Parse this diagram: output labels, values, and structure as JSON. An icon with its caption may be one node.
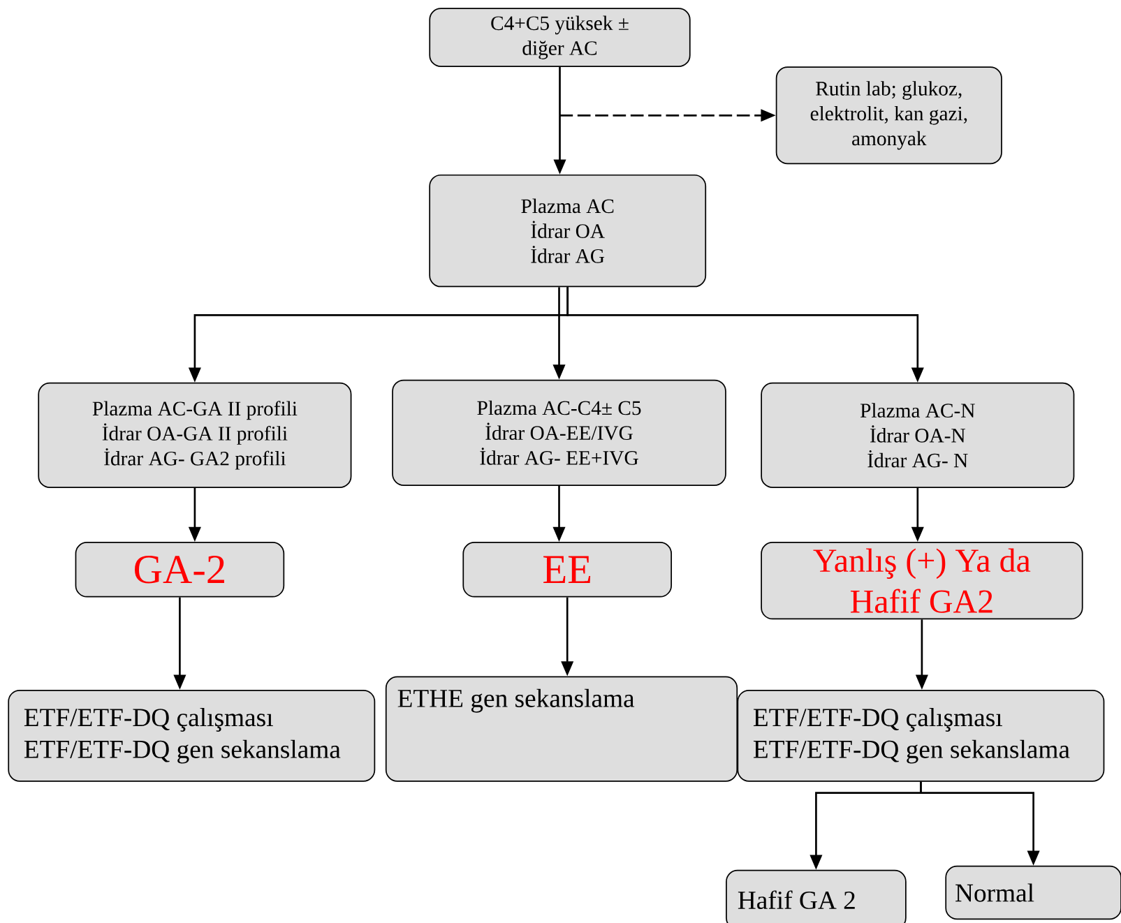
{
  "diagram": {
    "nodes": [
      {
        "text": [
          "C4+C5 yüksek ± diğer AC"
        ]
      },
      {
        "text": [
          "Rutin lab; glukoz, elektrolit, kan gazi, amonyak"
        ]
      },
      {
        "text": [
          "Plazma AC",
          "İdrar OA",
          "İdrar AG"
        ]
      },
      {
        "text": [
          "Plazma AC-GA II profili",
          "İdrar OA-GA II profili",
          "İdrar AG- GA2 profili"
        ]
      },
      {
        "text": [
          "Plazma AC-C4± C5",
          "İdrar OA-EE/IVG",
          "İdrar AG- EE+IVG"
        ]
      },
      {
        "text": [
          "Plazma AC-N",
          "İdrar OA-N",
          "İdrar AG- N"
        ]
      },
      {
        "text": [
          "GA-2"
        ]
      },
      {
        "text": [
          "EE"
        ]
      },
      {
        "text": [
          "Yanlış (+) Ya da Hafif GA2"
        ]
      },
      {
        "text": [
          "ETF/ETF-DQ çalışması",
          "ETF/ETF-DQ gen sekanslama"
        ]
      },
      {
        "text": [
          "ETHE gen sekanslama"
        ]
      },
      {
        "text": [
          "ETF/ETF-DQ çalışması",
          "ETF/ETF-DQ gen sekanslama"
        ]
      },
      {
        "text": [
          "Hafif GA 2"
        ]
      },
      {
        "text": [
          "Normal"
        ]
      }
    ],
    "edges": [
      {
        "from": 0,
        "to": 2,
        "arrow": "to"
      },
      {
        "from": 0,
        "to": 1,
        "arrow": "to",
        "style": "dashed"
      },
      {
        "from": 2,
        "to": 3,
        "arrow": "to"
      },
      {
        "from": 2,
        "to": 4,
        "arrow": "to"
      },
      {
        "from": 2,
        "to": 5,
        "arrow": "to"
      },
      {
        "from": 3,
        "to": 6,
        "arrow": "to"
      },
      {
        "from": 4,
        "to": 7,
        "arrow": "to"
      },
      {
        "from": 5,
        "to": 8,
        "arrow": "to"
      },
      {
        "from": 6,
        "to": 9,
        "arrow": "to"
      },
      {
        "from": 7,
        "to": 10,
        "arrow": "to"
      },
      {
        "from": 8,
        "to": 11,
        "arrow": "to"
      },
      {
        "from": 11,
        "to": 12,
        "arrow": "to"
      },
      {
        "from": 11,
        "to": 13,
        "arrow": "to"
      }
    ]
  }
}
